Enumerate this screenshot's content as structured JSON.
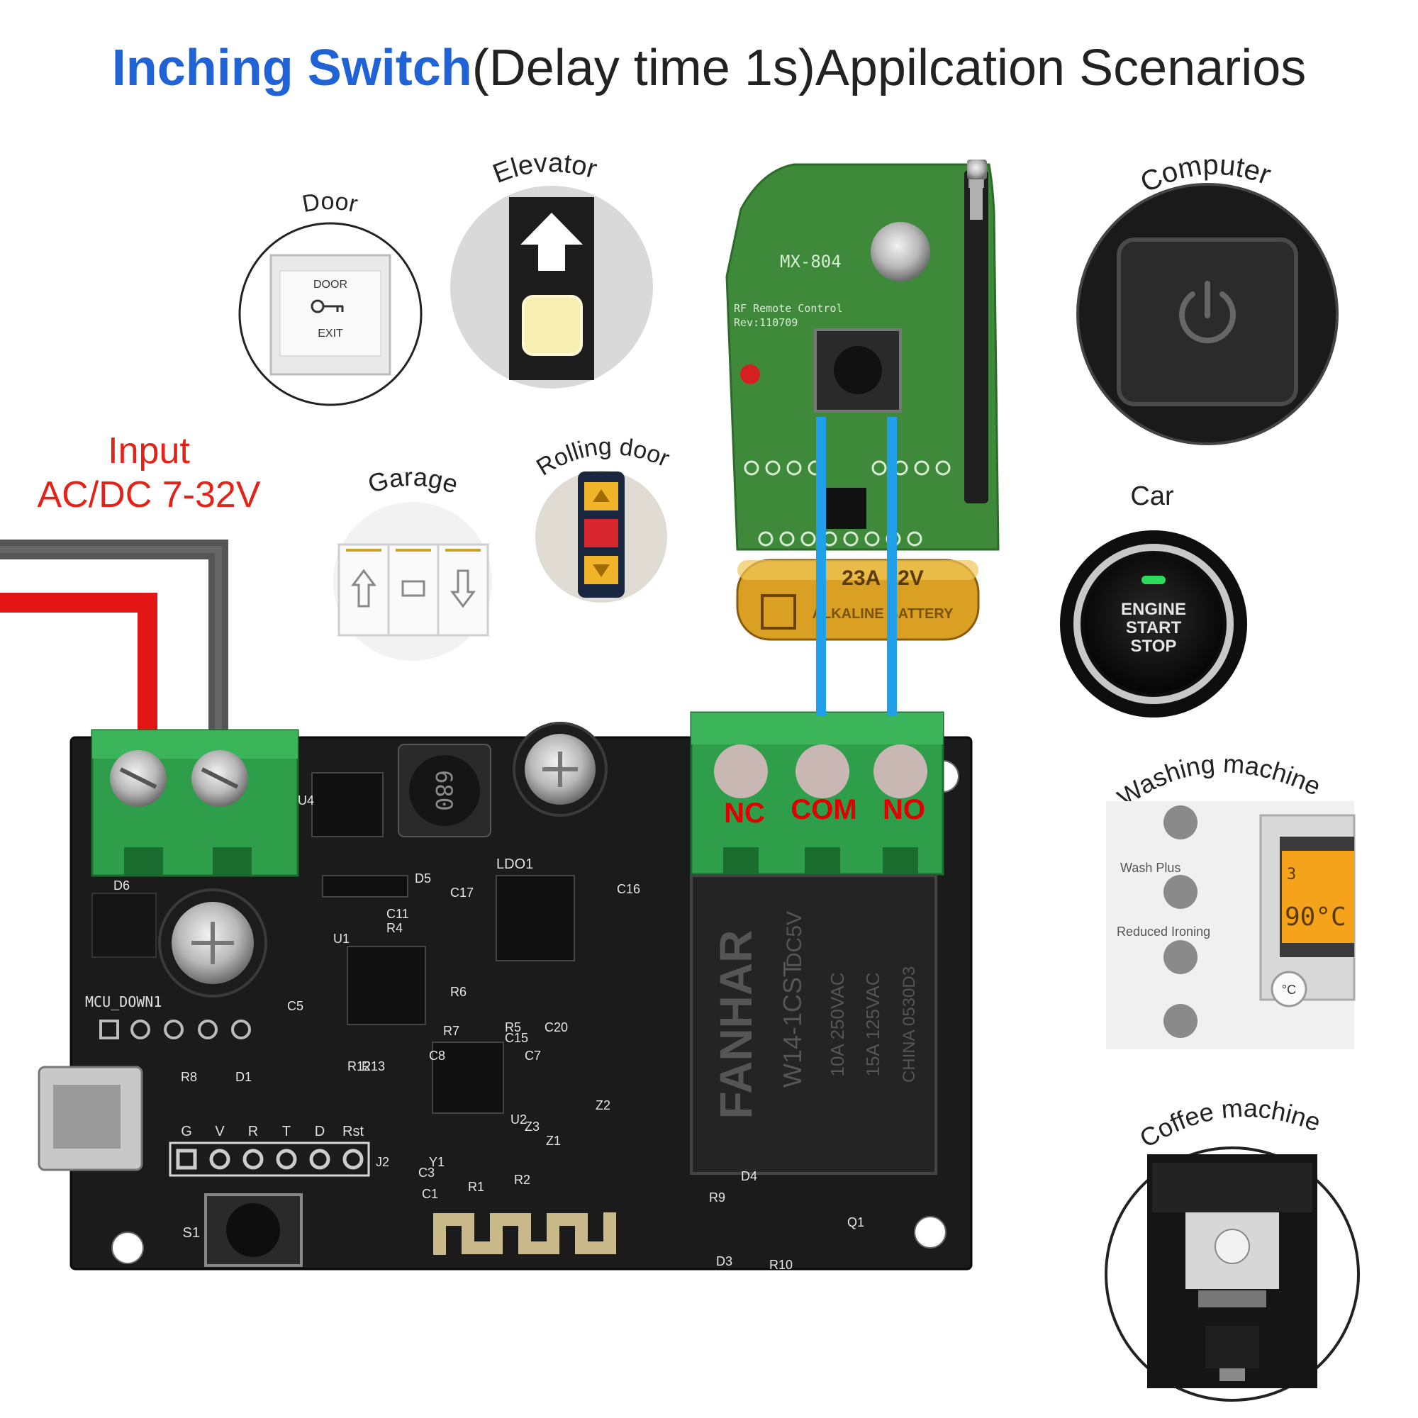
{
  "title": {
    "highlight": "Inching Switch",
    "rest": "(Delay time 1s)Appilcation Scenarios"
  },
  "input": {
    "line1": "Input",
    "line2": "AC/DC 7-32V"
  },
  "scenarios": {
    "door": {
      "label": "Door",
      "plate_top": "DOOR",
      "plate_bottom": "EXIT"
    },
    "elevator": {
      "label": "Elevator"
    },
    "garage": {
      "label": "Garage"
    },
    "rolling_door": {
      "label": "Rolling door"
    },
    "computer": {
      "label": "Computer"
    },
    "car": {
      "label": "Car",
      "button_lines": [
        "ENGINE",
        "START",
        "STOP"
      ]
    },
    "washing_machine": {
      "label": "Washing machine",
      "options": [
        "Wash Plus",
        "Reduced Ironing"
      ],
      "display": "90°C",
      "display_sub": "3",
      "knob": "°C"
    },
    "coffee_machine": {
      "label": "Coffee machine"
    }
  },
  "remote": {
    "model": "MX-804",
    "subtitle": "RF  Remote Control",
    "rev": "Rev:110709",
    "battery": "23A 12V",
    "battery_sub": "ALKALINE BATTERY"
  },
  "board": {
    "terminals": [
      "NC",
      "COM",
      "NO"
    ],
    "relay": {
      "brand": "FANHAR",
      "model": "W14-1CST",
      "coil": "DC5V",
      "rating1": "10A 250VAC",
      "rating2": "15A 125VAC",
      "origin": "CHINA 0530D3"
    },
    "inductor": "680",
    "header_pins": [
      "G",
      "V",
      "R",
      "T",
      "D",
      "Rst"
    ],
    "header_name": "J2",
    "mcu_label": "MCU_DOWN1",
    "button_label": "S1",
    "ldo_label": "LDO1",
    "components": [
      "D6",
      "U4",
      "D5",
      "U1",
      "C11",
      "R4",
      "C17",
      "C16",
      "C5",
      "R6",
      "R5",
      "C15",
      "C20",
      "R7",
      "C8",
      "C7",
      "R8",
      "D1",
      "R12",
      "R13",
      "Z2",
      "Z1",
      "Z3",
      "U2",
      "C3",
      "Y1",
      "C1",
      "R1",
      "R2",
      "R9",
      "D4",
      "D3",
      "R10",
      "Q1"
    ]
  },
  "colors": {
    "title_highlight": "#1f63d6",
    "input_label": "#e2231a",
    "terminal_label": "#e00000",
    "wire_red": "#e41515",
    "wire_gray": "#555555",
    "wire_blue": "#1fa0e8",
    "pcb": "#1b1b1b",
    "terminal_green": "#2e9e4a"
  }
}
